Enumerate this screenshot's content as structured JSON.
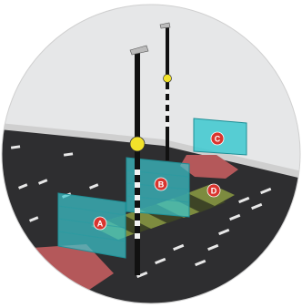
{
  "markers": [
    {
      "id": "marker-a",
      "label": "A",
      "color": "#d9352f"
    },
    {
      "id": "marker-b",
      "label": "B",
      "color": "#d9352f"
    },
    {
      "id": "marker-c",
      "label": "C",
      "color": "#d9352f"
    },
    {
      "id": "marker-d",
      "label": "D",
      "color": "#d9352f"
    }
  ],
  "colors": {
    "sky": "#e6e7e8",
    "road": "#2e2e30",
    "curb": "#d6d6d6",
    "red_pavement": "#b4585a",
    "crossing_stripe_light": "#7d8b3f",
    "crossing_stripe_dark": "#3d4426",
    "panel_fill": "#3cc8cf",
    "beacon": "#f2e22a",
    "lane_mark": "#e8e8e8"
  }
}
